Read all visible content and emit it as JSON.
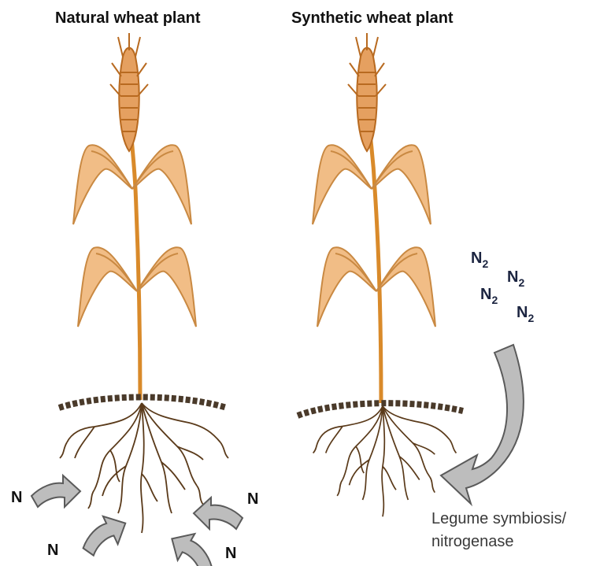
{
  "titles": {
    "left": "Natural wheat plant",
    "right": "Synthetic wheat plant"
  },
  "nitrogen_label": "N",
  "n2_label": {
    "symbol": "N",
    "subscript": "2"
  },
  "caption": {
    "line1": "Legume symbiosis/",
    "line2": "nitrogenase"
  },
  "colors": {
    "leaf_fill": "#f1bd86",
    "leaf_stroke": "#c98942",
    "stem": "#d98a2a",
    "spike": "#d98a2a",
    "root": "#5a3a1a",
    "soil": "#4a3a2a",
    "arrow_fill": "#bdbdbd",
    "arrow_stroke": "#5a5a5a"
  }
}
